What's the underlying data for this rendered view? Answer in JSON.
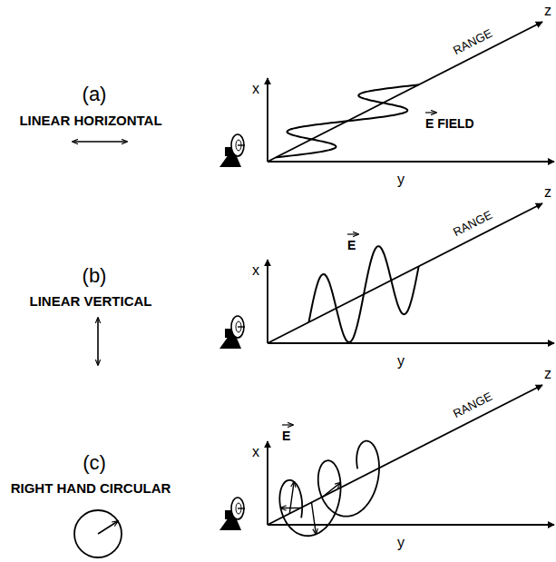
{
  "diagram": {
    "labels": [
      "(a)",
      "LINEAR HORIZONTAL",
      "x",
      "z",
      "RANGE",
      "E FIELD",
      "y",
      "(b)",
      "LINEAR VERTICAL",
      "x",
      "z",
      "E",
      "RANGE",
      "y",
      "(c)",
      "RIGHT HAND CIRCULAR",
      "x",
      "z",
      "E",
      "RANGE",
      "y"
    ]
  }
}
